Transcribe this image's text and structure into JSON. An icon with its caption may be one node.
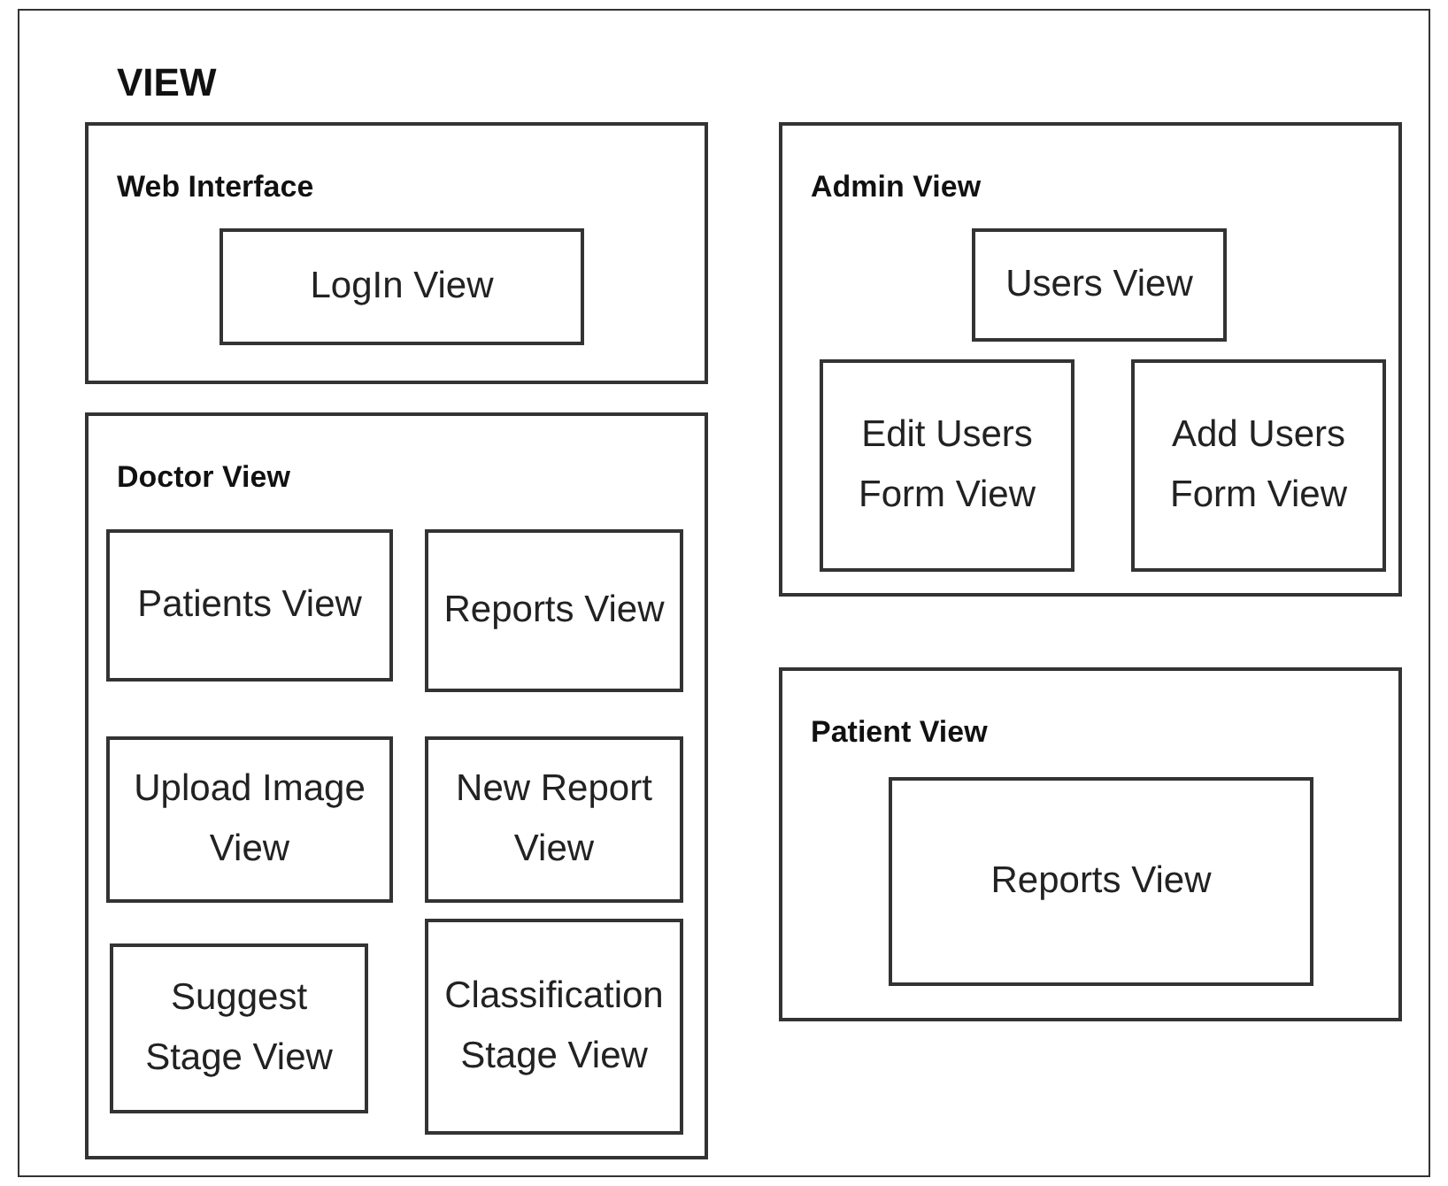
{
  "diagram": {
    "nodes": [
      {
        "text": [
          "VIEW"
        ]
      },
      {
        "text": [
          "Web Interface"
        ],
        "in": 0
      },
      {
        "text": [
          "LogIn View"
        ],
        "in": 1
      },
      {
        "text": [
          "Doctor View"
        ],
        "in": 0
      },
      {
        "text": [
          "Patients View"
        ],
        "in": 3
      },
      {
        "text": [
          "Reports View"
        ],
        "in": 3
      },
      {
        "text": [
          "Upload Image View"
        ],
        "in": 3
      },
      {
        "text": [
          "New Report View"
        ],
        "in": 3
      },
      {
        "text": [
          "Suggest Stage View"
        ],
        "in": 3
      },
      {
        "text": [
          "Classification Stage View"
        ],
        "in": 3
      },
      {
        "text": [
          "Admin View"
        ],
        "in": 0
      },
      {
        "text": [
          "Users View"
        ],
        "in": 10
      },
      {
        "text": [
          "Edit Users Form View"
        ],
        "in": 10
      },
      {
        "text": [
          "Add Users Form View"
        ],
        "in": 10
      },
      {
        "text": [
          "Patient View"
        ],
        "in": 0
      },
      {
        "text": [
          "Reports View"
        ],
        "in": 14
      }
    ]
  }
}
